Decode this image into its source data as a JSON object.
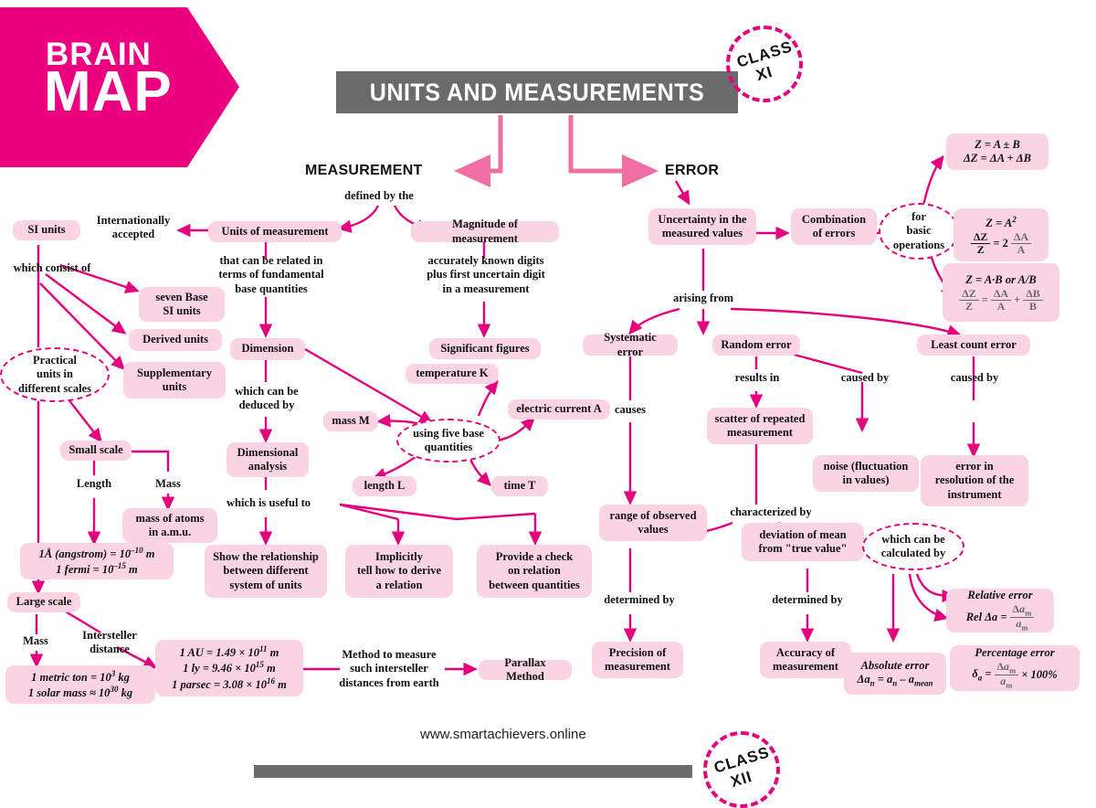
{
  "banner": {
    "line1": "BRAIN",
    "line2": "MAP"
  },
  "title": "UNITS AND MEASUREMENTS",
  "stamps": {
    "top": {
      "line1": "CLASS",
      "line2": "XI"
    },
    "bottom": {
      "line1": "CLASS",
      "line2": "XII"
    }
  },
  "footer": {
    "url": "www.smartachievers.online"
  },
  "colors": {
    "brand_magenta": "#ec0080",
    "arrow_pink": "#e5007d",
    "node_pink": "#fad4e4",
    "title_gray": "#6b6b6b"
  },
  "branches": {
    "measurement": "MEASUREMENT",
    "error": "ERROR"
  },
  "labels": {
    "defined_by_the": "defined by the",
    "internationally_accepted": "Internationally\naccepted",
    "which_consist_of": "which consist of",
    "that_can_be_related": "that can be related in\nterms of fundamental\nbase quantities",
    "accurately_known": "accurately known digits\nplus first uncertain digit\nin a measurement",
    "which_can_be_deduced_by": "which can be\ndeduced by",
    "which_is_useful_to": "which is useful to",
    "length": "Length",
    "mass_small": "Mass",
    "mass_large": "Mass",
    "intersteller_distance": "Intersteller\ndistance",
    "method_to_measure": "Method to measure\nsuch intersteller\ndistances from earth",
    "arising_from": "arising from",
    "causes": "causes",
    "results_in": "results in",
    "caused_by_random": "caused by",
    "caused_by_lce": "caused by",
    "characterized_by": "characterized by",
    "determined_by_left": "determined by",
    "determined_by_right": "determined by"
  },
  "nodes": {
    "si_units": "SI units",
    "units_of_measurement": "Units of measurement",
    "magnitude_of_measurement": "Magnitude of measurement",
    "seven_base_si_units": "seven Base\nSI units",
    "derived_units": "Derived units",
    "supplementary_units": "Supplementary\nunits",
    "practical_units": "Practical\nunits in\ndifferent scales",
    "small_scale": "Small scale",
    "large_scale": "Large scale",
    "mass_of_atoms": "mass of atoms\nin a.m.u.",
    "angstrom_box": "1Å (angstrom) = 10⁻¹⁰ m\n1 fermi = 10⁻¹⁵ m",
    "metric_ton_box": "1 metric ton = 10³ kg\n1 solar mass ≈ 10³⁰ kg",
    "au_box": "1 AU = 1.49 × 10¹¹ m\n1 ly = 9.46 × 10¹⁵ m\n1 parsec = 3.08 × 10¹⁶ m",
    "parallax_method": "Parallax Method",
    "dimension": "Dimension",
    "dimensional_analysis": "Dimensional\nanalysis",
    "significant_figures": "Significant figures",
    "using_five_base": "using five base\nquantities",
    "mass_m": "mass M",
    "length_l": "length L",
    "time_t": "time T",
    "temperature_k": "temperature K",
    "electric_current_a": "electric current A",
    "show_relationship": "Show the relationship\nbetween different\nsystem of units",
    "implicitly": "Implicitly\ntell how to derive\na relation",
    "provide_check": "Provide a check\non relation\nbetween quantities",
    "uncertainty": "Uncertainty in the\nmeasured values",
    "combination_of_errors": "Combination\nof errors",
    "for_basic_operations": "for\nbasic\noperations",
    "systematic_error": "Systematic error",
    "random_error": "Random error",
    "least_count_error": "Least count error",
    "range_of_observed": "range of observed\nvalues",
    "scatter_of_repeated": "scatter of repeated\nmeasurement",
    "noise": "noise (fluctuation\nin values)",
    "error_in_resolution": "error in\nresolution of the\ninstrument",
    "deviation_of_mean": "deviation of mean\nfrom \"true value\"",
    "which_can_be_calculated_by": "which can be\ncalculated by",
    "precision": "Precision of\nmeasurement",
    "accuracy": "Accuracy of\nmeasurement"
  },
  "formulas": {
    "sum_rule_title": "Z = A ± B",
    "sum_rule_body": "ΔZ = ΔA + ΔB",
    "power_rule_title": "Z = A²",
    "power_rule_body": "ΔZ/Z = 2 ΔA/A",
    "product_rule_title": "Z = A·B or A/B",
    "product_rule_body": "ΔZ/Z = ΔA/A + ΔB/B",
    "absolute_error_title": "Absolute error",
    "absolute_error_body": "Δaₙ = aₙ − a_mean",
    "relative_error_title": "Relative error",
    "relative_error_body": "Rel Δa = Δa_m / a_m",
    "percentage_error_title": "Percentage error",
    "percentage_error_body": "δₐ = (Δa_m / a_m) × 100%"
  }
}
